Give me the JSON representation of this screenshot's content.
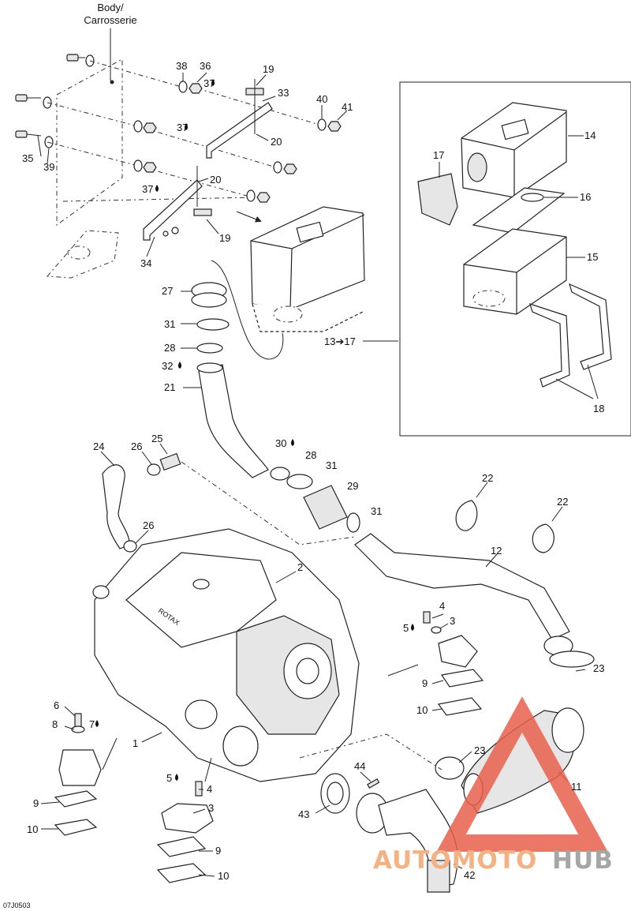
{
  "body_label_line1": "Body/",
  "body_label_line2": "Carrosserie",
  "callouts": {
    "c1": "1",
    "c2": "2",
    "c3a": "3",
    "c3b": "3",
    "c4a": "4",
    "c4b": "4",
    "c5a": "5",
    "c5b": "5",
    "c6": "6",
    "c7": "7",
    "c8": "8",
    "c9a": "9",
    "c9b": "9",
    "c9c": "9",
    "c10a": "10",
    "c10b": "10",
    "c10c": "10",
    "c11": "11",
    "c12": "12",
    "c13_17": "13➔17",
    "c14": "14",
    "c15": "15",
    "c16": "16",
    "c17": "17",
    "c18": "18",
    "c19a": "19",
    "c19b": "19",
    "c20a": "20",
    "c20b": "20",
    "c21": "21",
    "c22a": "22",
    "c22b": "22",
    "c23a": "23",
    "c23b": "23",
    "c24": "24",
    "c25": "25",
    "c26a": "26",
    "c26b": "26",
    "c27": "27",
    "c28a": "28",
    "c28b": "28",
    "c29": "29",
    "c30": "30",
    "c31a": "31",
    "c31b": "31",
    "c31c": "31",
    "c32": "32",
    "c33": "33",
    "c34": "34",
    "c35": "35",
    "c36": "36",
    "c37a": "37",
    "c37b": "37",
    "c37c": "37",
    "c38": "38",
    "c39": "39",
    "c40": "40",
    "c41": "41",
    "c42": "42",
    "c43": "43",
    "c44": "44"
  },
  "diagram_code": "07J0503",
  "engine_logo": "ROTAX",
  "watermark": {
    "prefix": "AUTOMOTO",
    "suffix": "HUB",
    "prefix_color": "#f4b183",
    "suffix_color": "#a6a6a6",
    "triangle_color": "#e8604c"
  }
}
